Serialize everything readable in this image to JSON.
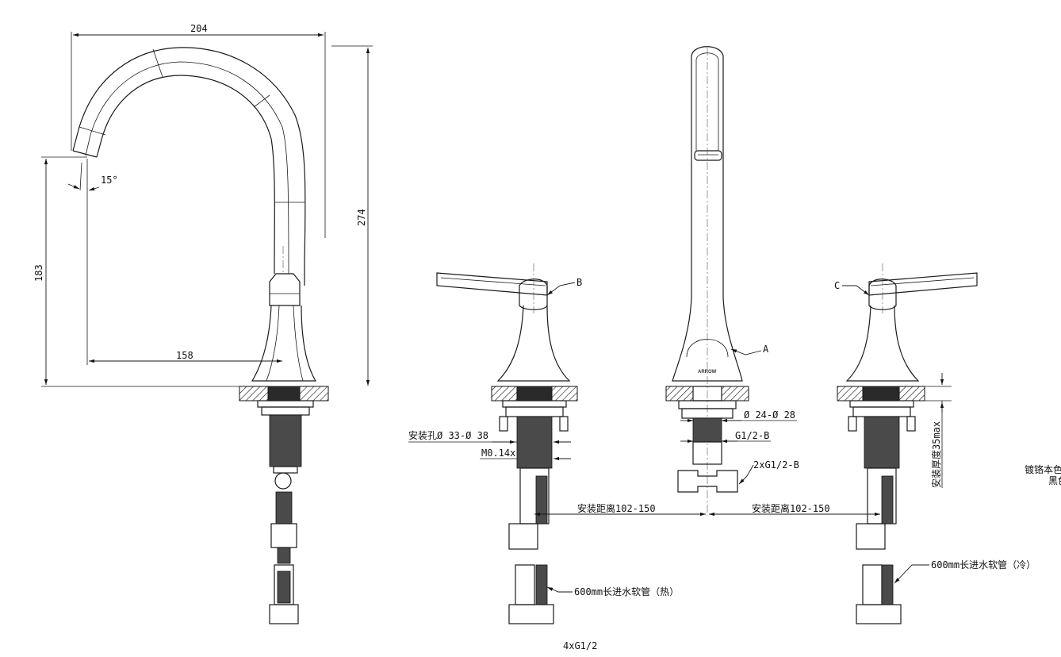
{
  "dimensions": {
    "width_204": "204",
    "height_274": "274",
    "height_183": "183",
    "reach_158": "158",
    "angle_15": "15°"
  },
  "callouts": {
    "A": "A",
    "B": "B",
    "C": "C"
  },
  "annotations": {
    "install_hole": "安装孔Ø 33-Ø 38",
    "thread_m": "M0.14x",
    "diameter": "Ø 24-Ø 28",
    "g12b": "G1/2-B",
    "tee": "2xG1/2-B",
    "spacing_left": "安装距离102-150",
    "spacing_right": "安装距离102-150",
    "thickness": "安装厚度35max",
    "hose_hot": "600mm长进水软管（热）",
    "hose_cold": "600mm长进水软管（冷）",
    "connector": "4xG1/2",
    "finish_line1": "镀铬本色",
    "finish_line2": "黑色"
  },
  "logo_text": "ARROW"
}
